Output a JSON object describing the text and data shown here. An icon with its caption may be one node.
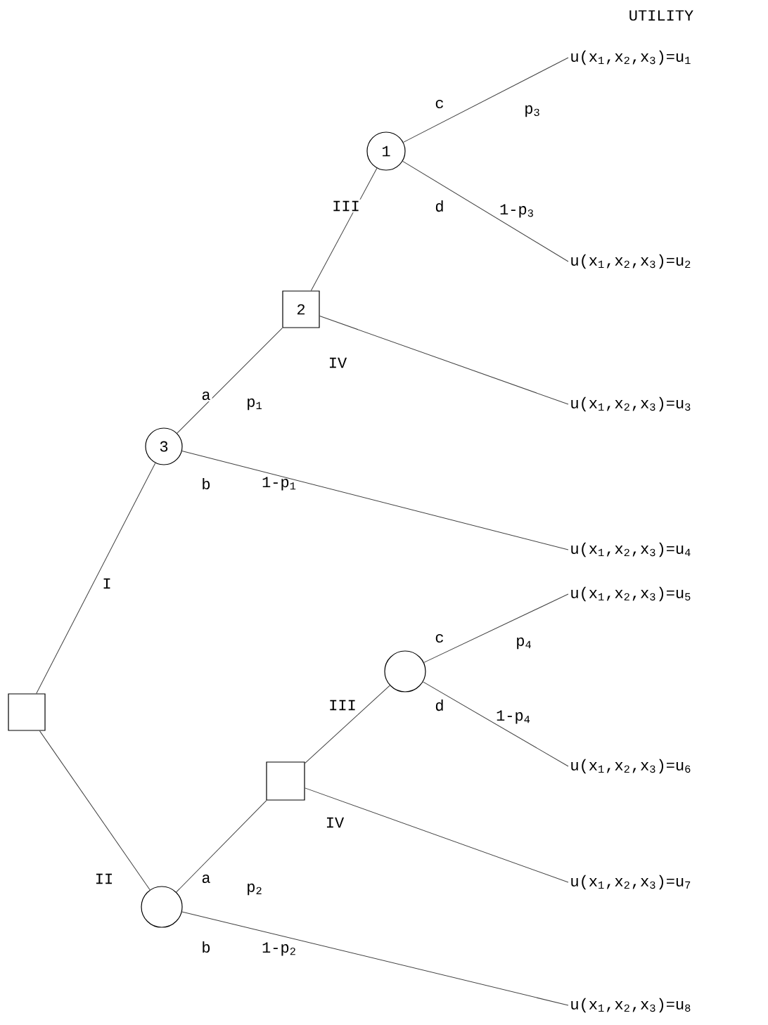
{
  "diagram": {
    "nodes": [
      {
        "text": [],
        "shape": "box"
      },
      {
        "text": [
          "3"
        ]
      },
      {
        "text": [
          "2"
        ]
      },
      {
        "text": [
          "1"
        ]
      },
      {
        "text": [],
        "shape": "circle"
      },
      {
        "text": [],
        "shape": "box"
      },
      {
        "text": [],
        "shape": "circle"
      },
      {
        "text": [
          "u(x$_{1}$,x$_{2}$,x$_{3}$)=u$_{1}$"
        ]
      },
      {
        "text": [
          "u(x$_{1}$,x$_{2}$,x$_{3}$)=u$_{2}$"
        ]
      },
      {
        "text": [
          "u(x$_{1}$,x$_{2}$,x$_{3}$)=u$_{3}$"
        ]
      },
      {
        "text": [
          "u(x$_{1}$,x$_{2}$,x$_{3}$)=u$_{4}$"
        ]
      },
      {
        "text": [
          "u(x$_{1}$,x$_{2}$,x$_{3}$)=u$_{5}$"
        ]
      },
      {
        "text": [
          "u(x$_{1}$,x$_{2}$,x$_{3}$)=u$_{6}$"
        ]
      },
      {
        "text": [
          "u(x$_{1}$,x$_{2}$,x$_{3}$)=u$_{7}$"
        ]
      },
      {
        "text": [
          "u(x$_{1}$,x$_{2}$,x$_{3}$)=u$_{8}$"
        ]
      }
    ],
    "edges": [
      {
        "from": 0,
        "to": 1,
        "arrow": "none",
        "label": "I"
      },
      {
        "from": 0,
        "to": 6,
        "arrow": "none",
        "label": "II"
      },
      {
        "from": 1,
        "to": 2,
        "arrow": "none",
        "label": "a"
      },
      {
        "from": 1,
        "to": 10,
        "arrow": "none",
        "label": "b"
      },
      {
        "from": 2,
        "to": 3,
        "arrow": "none",
        "label": "III"
      },
      {
        "from": 2,
        "to": 9,
        "arrow": "none",
        "label": "IV"
      },
      {
        "from": 3,
        "to": 7,
        "arrow": "none",
        "label": "c"
      },
      {
        "from": 3,
        "to": 8,
        "arrow": "none",
        "label": "d"
      },
      {
        "from": 6,
        "to": 5,
        "arrow": "none",
        "label": "a"
      },
      {
        "from": 6,
        "to": 14,
        "arrow": "none",
        "label": "b"
      },
      {
        "from": 5,
        "to": 4,
        "arrow": "none",
        "label": "III"
      },
      {
        "from": 5,
        "to": 13,
        "arrow": "none",
        "label": "IV"
      },
      {
        "from": 4,
        "to": 11,
        "arrow": "none",
        "label": "c"
      },
      {
        "from": 4,
        "to": 12,
        "arrow": "none",
        "label": "d"
      }
    ],
    "labels": [
      "UTILITY",
      "p$_{3}$",
      "1-p$_{3}$",
      "p$_{1}$",
      "1-p$_{1}$",
      "p$_{4}$",
      "1-p$_{4}$",
      "p$_{2}$",
      "1-p$_{2}$"
    ]
  }
}
